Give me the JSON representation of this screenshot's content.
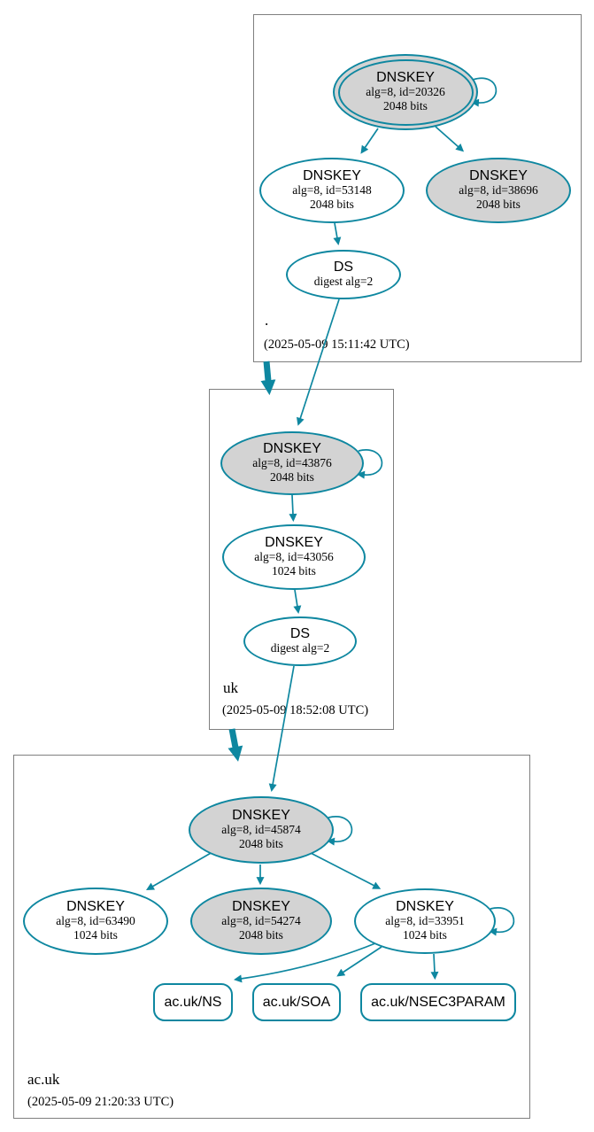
{
  "diagram": "DNSSEC authentication chain",
  "colors": {
    "secure": "#0e87a0",
    "fill": "#d3d3d3",
    "frame": "#7f7f7f",
    "text": "#000000"
  },
  "zones": {
    "root": {
      "label": ".",
      "timestamp": "(2025-05-09 15:11:42 UTC)",
      "ksk": {
        "title": "DNSKEY",
        "detail": "alg=8, id=20326",
        "bits": "2048 bits"
      },
      "zsk": {
        "title": "DNSKEY",
        "detail": "alg=8, id=53148",
        "bits": "2048 bits"
      },
      "key2": {
        "title": "DNSKEY",
        "detail": "alg=8, id=38696",
        "bits": "2048 bits"
      },
      "ds": {
        "title": "DS",
        "detail": "digest alg=2"
      }
    },
    "uk": {
      "label": "uk",
      "timestamp": "(2025-05-09 18:52:08 UTC)",
      "ksk": {
        "title": "DNSKEY",
        "detail": "alg=8, id=43876",
        "bits": "2048 bits"
      },
      "zsk": {
        "title": "DNSKEY",
        "detail": "alg=8, id=43056",
        "bits": "1024 bits"
      },
      "ds": {
        "title": "DS",
        "detail": "digest alg=2"
      }
    },
    "acuk": {
      "label": "ac.uk",
      "timestamp": "(2025-05-09 21:20:33 UTC)",
      "ksk": {
        "title": "DNSKEY",
        "detail": "alg=8, id=45874",
        "bits": "2048 bits"
      },
      "key1": {
        "title": "DNSKEY",
        "detail": "alg=8, id=63490",
        "bits": "1024 bits"
      },
      "key2": {
        "title": "DNSKEY",
        "detail": "alg=8, id=54274",
        "bits": "2048 bits"
      },
      "key3": {
        "title": "DNSKEY",
        "detail": "alg=8, id=33951",
        "bits": "1024 bits"
      },
      "rrsets": {
        "ns": "ac.uk/NS",
        "soa": "ac.uk/SOA",
        "nsec3param": "ac.uk/NSEC3PARAM"
      }
    }
  }
}
